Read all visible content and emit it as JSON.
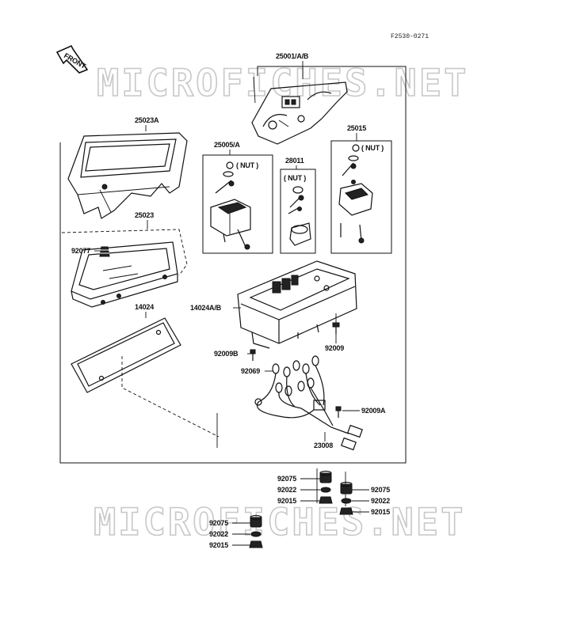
{
  "figure_code": "F2530-0271",
  "front_marker": "FRONT",
  "watermark": "MICROFICHES.NET",
  "parts": {
    "meter_assy": "25001/A/B",
    "meter_cover": "25023A",
    "cover_lens": "25023",
    "tachometer_unit": "25005/A",
    "fuel_gauge": "28011",
    "speedometer_unit": "25015",
    "nut_label": "( NUT )",
    "grommet_small": "92077",
    "gasket": "14024",
    "meter_case": "14024A/B",
    "bolt_b": "92009B",
    "bolt": "92009",
    "socket": "92069",
    "bolt_a": "92009A",
    "harness": "23008",
    "damper": "92075",
    "washer": "92022",
    "nut": "92015"
  }
}
